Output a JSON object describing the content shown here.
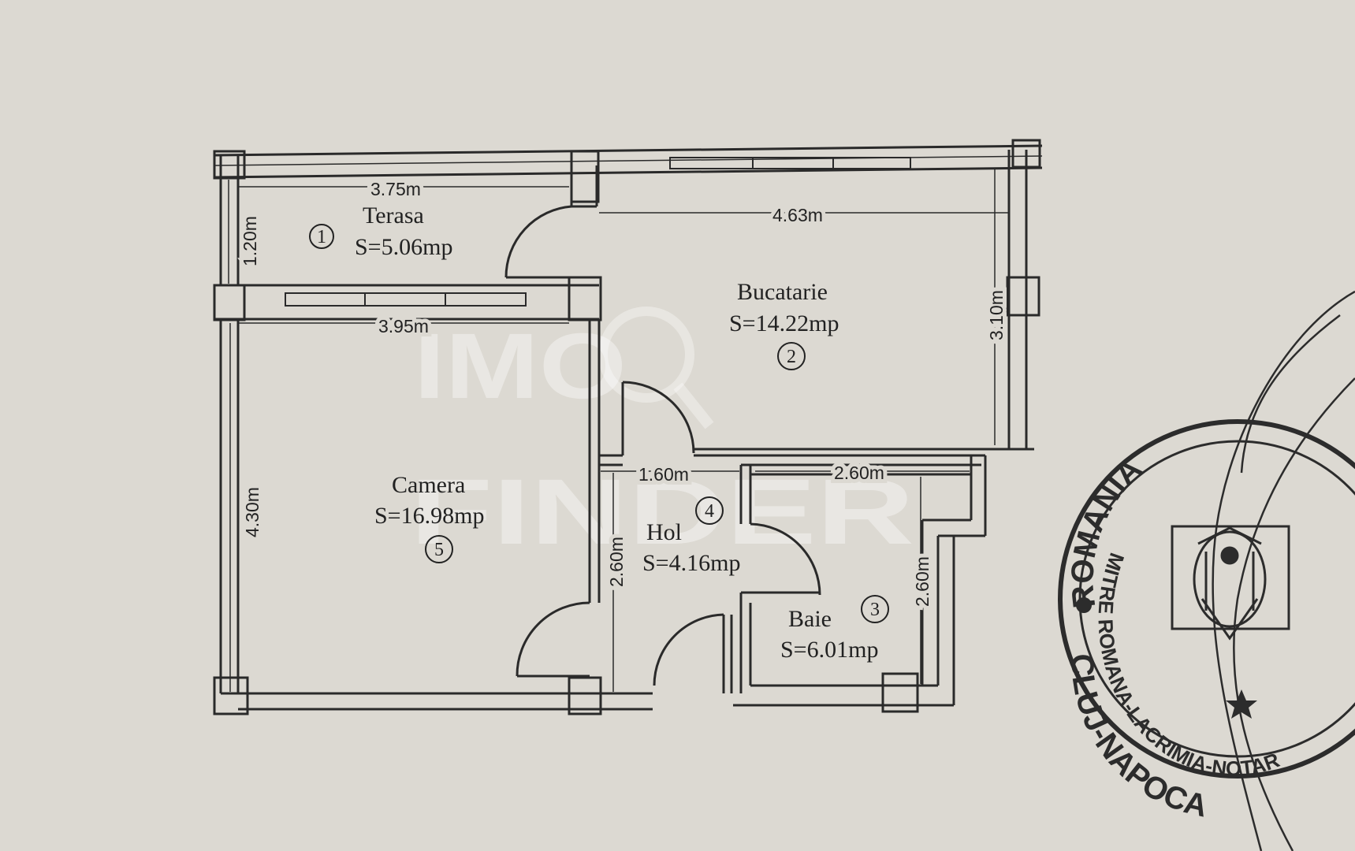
{
  "rooms": [
    {
      "num": "1",
      "name": "Terasa",
      "area": "S=5.06mp"
    },
    {
      "num": "2",
      "name": "Bucatarie",
      "area": "S=14.22mp"
    },
    {
      "num": "3",
      "name": "Baie",
      "area": "S=6.01mp"
    },
    {
      "num": "4",
      "name": "Hol",
      "area": "S=4.16mp"
    },
    {
      "num": "5",
      "name": "Camera",
      "area": "S=16.98mp"
    }
  ],
  "dimensions": {
    "terasa_width": "3.75m",
    "terasa_depth": "1.20m",
    "bucatarie_width": "4.63m",
    "bucatarie_depth": "3.10m",
    "camera_width": "3.95m",
    "camera_depth": "4.30m",
    "hol_width": "1.60m",
    "hol_depth": "2.60m",
    "baie_width": "2.60m",
    "baie_depth": "2.60m"
  },
  "watermark": {
    "line1": "IMO",
    "line2": "FINDER"
  },
  "stamp": {
    "top": "ROMANIA",
    "middle": "MITRE ROMANA-LACRIMIA-NOTAR",
    "bottom": "CLUJ-NAPOCA"
  },
  "colors": {
    "paper": "#dcd9d2",
    "ink": "#2a2a2a"
  }
}
